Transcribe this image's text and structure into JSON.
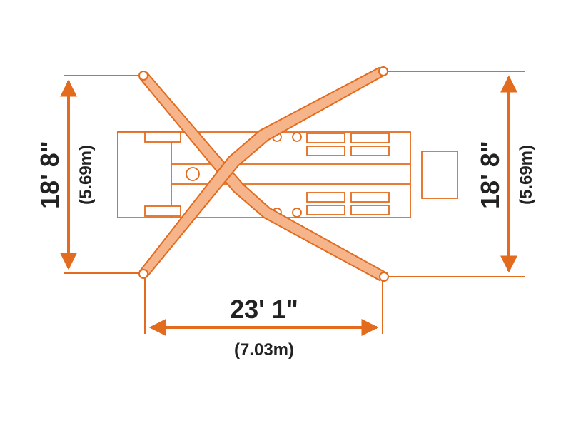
{
  "colors": {
    "accent": "#e36b1e",
    "accent_fill": "#f6b48b",
    "outline": "#e36b1e",
    "text": "#222222",
    "background": "#ffffff"
  },
  "dimensions": {
    "left": {
      "imperial": "18' 8\"",
      "metric": "(5.69m)"
    },
    "right": {
      "imperial": "18' 8\"",
      "metric": "(5.69m)"
    },
    "bottom": {
      "imperial": "23' 1\"",
      "metric": "(7.03m)"
    }
  }
}
